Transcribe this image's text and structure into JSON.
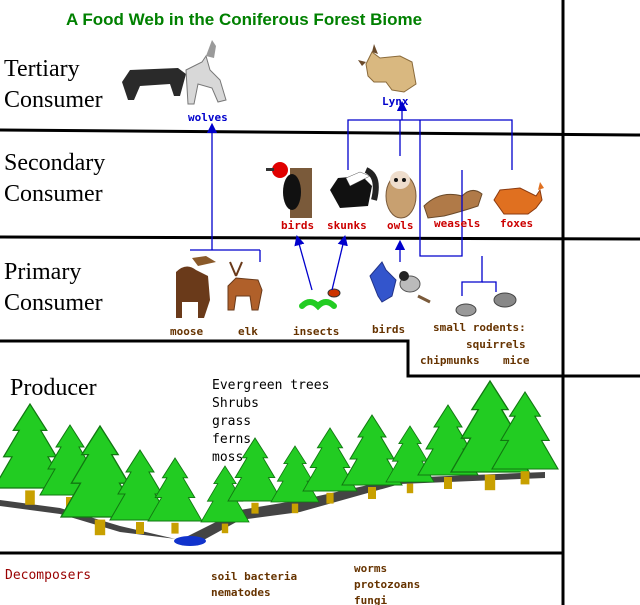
{
  "title": "A Food Web in the Coniferous Forest Biome",
  "levels": {
    "tertiary": "Tertiary\nConsumer",
    "secondary": "Secondary\nConsumer",
    "primary": "Primary\nConsumer",
    "producer": "Producer"
  },
  "tertiary_labels": {
    "wolves": "wolves",
    "lynx": "Lynx"
  },
  "secondary_labels": {
    "birds": "birds",
    "skunks": "skunks",
    "owls": "owls",
    "weasels": "weasels",
    "foxes": "foxes"
  },
  "primary_labels": {
    "moose": "moose",
    "elk": "elk",
    "insects": "insects",
    "birds": "birds",
    "small_rodents": "small rodents:",
    "squirrels": "squirrels",
    "chipmunks": "chipmunks",
    "mice": "mice"
  },
  "producer_list": "Evergreen trees\nShrubs\ngrass\nferns\nmoss",
  "decomposers": {
    "heading": "Decomposers",
    "col1": "soil bacteria\nnematodes",
    "col2": "worms\nprotozoans\nfungi"
  },
  "colors": {
    "title": "#008000",
    "tertiary_label": "#0000cc",
    "secondary_label": "#cc0000",
    "primary_label": "#663300",
    "decomposer_heading": "#990000",
    "decomposer_items": "#663300",
    "arrow": "#0000cc",
    "tree": "#22cc22",
    "trunk": "#c8a000"
  }
}
